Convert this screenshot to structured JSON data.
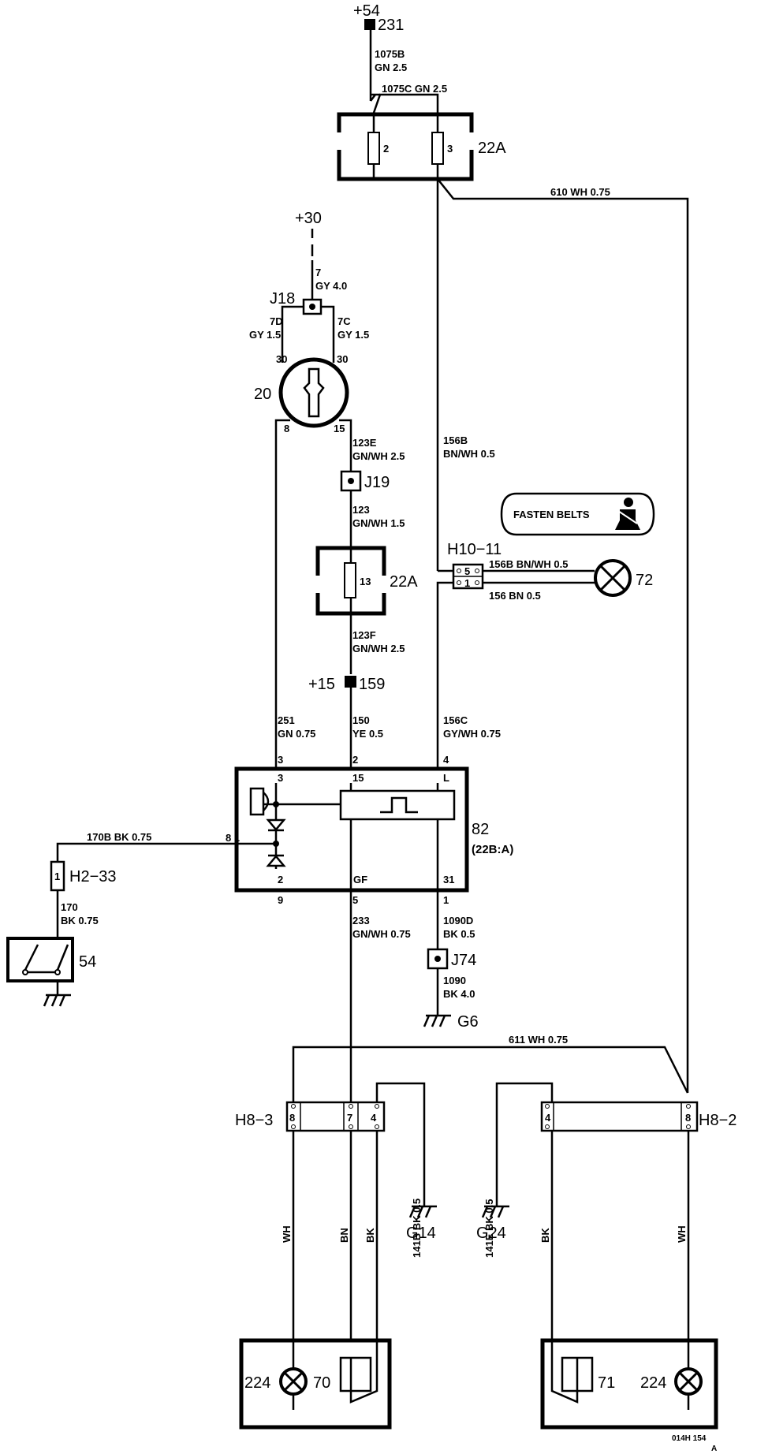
{
  "colors": {
    "ink": "#000000",
    "paper": "#ffffff"
  },
  "supply": {
    "plus54": "+54",
    "n231": "231",
    "plus30": "+30",
    "plus15": "+15",
    "n159": "159"
  },
  "components": {
    "fuse_box_top": "22A",
    "fuse2": "2",
    "fuse3": "3",
    "fuse_box_mid": "22A",
    "fuse13": "13",
    "ignition": "20",
    "ign_p30a": "30",
    "ign_p30b": "30",
    "ign_p8": "8",
    "ign_p15": "15",
    "j18": "J18",
    "j19": "J19",
    "j74": "J74",
    "h10": "H10−11",
    "h10_p5": "5",
    "h10_p1": "1",
    "lamp72": "72",
    "fasten": "FASTEN BELTS",
    "module": "82",
    "module_sub": "(22B:A)",
    "m_p3": "3",
    "m_p15": "15",
    "m_pL": "L",
    "m_p81": "8 1",
    "m_p2": "2",
    "m_pGF": "GF",
    "m_p31": "31",
    "m_o3": "3",
    "m_o2": "2",
    "m_o4": "4",
    "m_o9": "9",
    "m_o5": "5",
    "m_o1": "1",
    "h2": "H2−33",
    "h2_p1": "1",
    "sw54": "54",
    "g6": "G6",
    "g14": "G14",
    "g24": "G24",
    "h83": "H8−3",
    "h83_p8": "8",
    "h83_p7": "7",
    "h83_p4": "4",
    "h82": "H8−2",
    "h82_p4": "4",
    "h82_p8": "8",
    "lamp224a": "224",
    "sw70": "70",
    "sw71": "71",
    "lamp224b": "224",
    "footer1": "014H 154",
    "footer2": "A"
  },
  "wires": {
    "w1075b_a": "1075B",
    "w1075b_b": "GN 2.5",
    "w1075c": "1075C GN 2.5",
    "w610": "610  WH  0.75",
    "w7_a": "7",
    "w7_b": "GY 4.0",
    "w7d_a": "7D",
    "w7d_b": "GY 1.5",
    "w7c_a": "7C",
    "w7c_b": "GY 1.5",
    "w123e_a": "123E",
    "w123e_b": "GN/WH 2.5",
    "w156b_a": "156B",
    "w156b_b": "BN/WH 0.5",
    "w123_a": "123",
    "w123_b": "GN/WH 1.5",
    "w156b2": "156B BN/WH 0.5",
    "w156": "156  BN  0.5",
    "w123f_a": "123F",
    "w123f_b": "GN/WH 2.5",
    "w251_a": "251",
    "w251_b": "GN 0.75",
    "w150_a": "150",
    "w150_b": "YE 0.5",
    "w156c_a": "156C",
    "w156c_b": "GY/WH 0.75",
    "w170b": "170B  BK  0.75",
    "w170_a": "170",
    "w170_b": "BK 0.75",
    "w233_a": "233",
    "w233_b": "GN/WH 0.75",
    "w1090d_a": "1090D",
    "w1090d_b": "BK 0.5",
    "w1090_a": "1090",
    "w1090_b": "BK 4.0",
    "w611": "611  WH  0.75",
    "v_wh1": "WH",
    "v_bn": "BN",
    "v_bk1": "BK",
    "v_141b": "141B  BK  0.5",
    "v_141e": "141E  BK  0.5",
    "v_bk2": "BK",
    "v_wh2": "WH"
  }
}
